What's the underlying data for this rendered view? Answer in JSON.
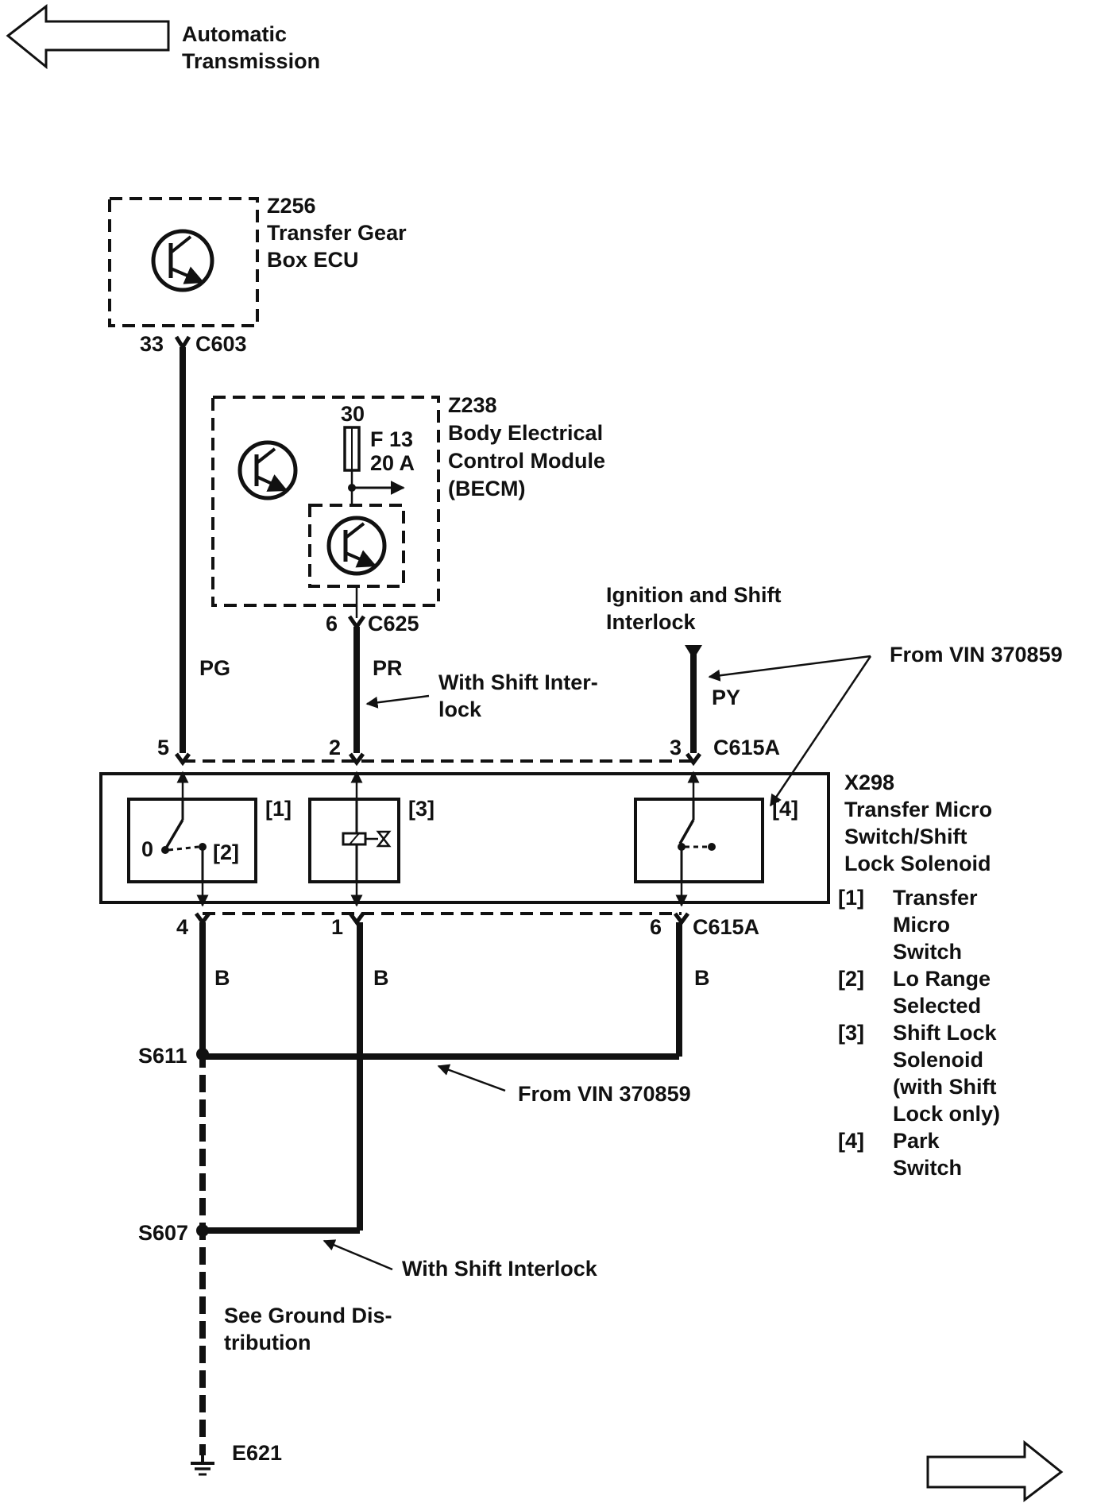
{
  "nav": {
    "back_label_line1": "Automatic",
    "back_label_line2": "Transmission"
  },
  "modules": {
    "z256": {
      "id": "Z256",
      "line1": "Transfer Gear",
      "line2": "Box ECU"
    },
    "z238": {
      "id": "Z238",
      "line1": "Body Electrical",
      "line2": "Control Module",
      "line3": "(BECM)",
      "pin": "30",
      "fuse_line1": "F 13",
      "fuse_line2": "20 A"
    },
    "x298": {
      "id": "X298",
      "line1": "Transfer Micro",
      "line2": "Switch/Shift",
      "line3": "Lock Solenoid"
    }
  },
  "connectors": {
    "c603": {
      "pin": "33",
      "name": "C603"
    },
    "c625": {
      "pin": "6",
      "name": "C625"
    },
    "c615a_top": {
      "pins": [
        "5",
        "2",
        "3"
      ],
      "name": "C615A"
    },
    "c615a_bottom": {
      "pins": [
        "4",
        "1",
        "6"
      ],
      "name": "C615A"
    }
  },
  "wires": {
    "pg": "PG",
    "pr": "PR",
    "py": "PY",
    "b1": "B",
    "b2": "B",
    "b3": "B"
  },
  "annotations": {
    "ignition_line1": "Ignition and Shift",
    "ignition_line2": "Interlock",
    "from_vin_top": "From VIN 370859",
    "with_shift_inter_line1": "With Shift Inter-",
    "with_shift_inter_line2": "lock",
    "from_vin_bottom": "From VIN 370859",
    "with_shift_interlock": "With Shift Interlock",
    "see_ground_line1": "See Ground Dis-",
    "see_ground_line2": "tribution"
  },
  "splices": {
    "s611": "S611",
    "s607": "S607"
  },
  "ground": {
    "e621": "E621"
  },
  "switch_labels": {
    "tag1": "[1]",
    "tag2": "[2]",
    "tag3": "[3]",
    "tag4": "[4]",
    "zero": "0"
  },
  "legend": [
    {
      "tag": "[1]",
      "lines": [
        "Transfer",
        "Micro",
        "Switch"
      ]
    },
    {
      "tag": "[2]",
      "lines": [
        "Lo Range",
        "Selected"
      ]
    },
    {
      "tag": "[3]",
      "lines": [
        "Shift Lock",
        "Solenoid",
        "(with Shift",
        "Lock only)"
      ]
    },
    {
      "tag": "[4]",
      "lines": [
        "Park",
        "Switch"
      ]
    }
  ]
}
